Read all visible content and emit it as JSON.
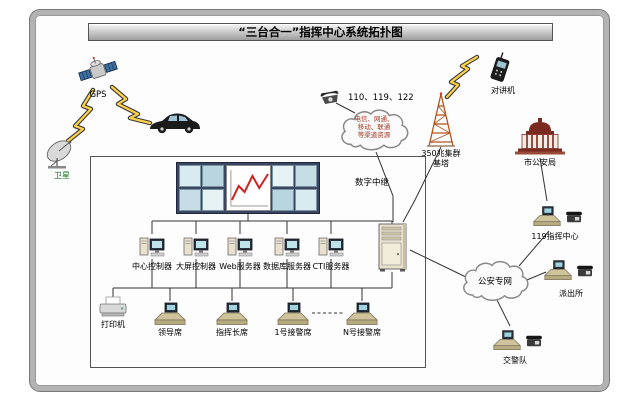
{
  "title": "“三台合一”指挥中心系统拓扑图",
  "nodes": {
    "gps": {
      "label": "GPS"
    },
    "satellite": {
      "label": "卫星"
    },
    "phone_lines": {
      "label": "110、119、122"
    },
    "carrier_cloud": {
      "label": "电信、网通、\n移动、联通\n等渠道资源"
    },
    "digital_trunk": {
      "label": "数字中继"
    },
    "tower": {
      "label": "350兆集群\n基塔"
    },
    "interphone": {
      "label": "对讲机"
    },
    "city_bureau": {
      "label": "市公安局"
    },
    "center_119": {
      "label": "119指挥中心"
    },
    "police_network": {
      "label": "公安专网"
    },
    "police_station": {
      "label": "派出所"
    },
    "traffic_police": {
      "label": "交警队"
    },
    "center_controller": {
      "label": "中心控制器"
    },
    "screen_controller": {
      "label": "大屏控制器"
    },
    "web_server": {
      "label": "Web服务器"
    },
    "db_server": {
      "label": "数据库服务器"
    },
    "cti_server": {
      "label": "CTI服务器"
    },
    "printer": {
      "label": "打印机"
    },
    "leader_seat": {
      "label": "领导席"
    },
    "commander_seat": {
      "label": "指挥长席"
    },
    "seat_1": {
      "label": "1号接警席"
    },
    "seat_n": {
      "label": "N号接警席"
    }
  },
  "colors": {
    "bolt_yellow": "#ffd24a",
    "chart_red": "#cc2222",
    "tower_orange": "#b5541f",
    "building_maroon": "#7a2a1e",
    "satellite_label_green": "#15731f"
  }
}
